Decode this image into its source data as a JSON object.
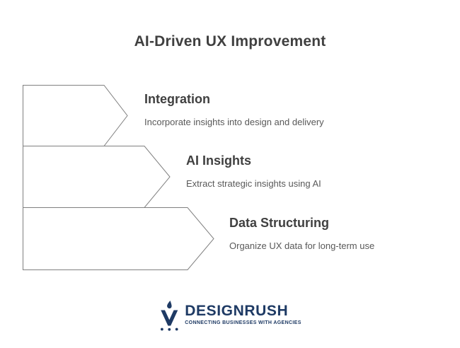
{
  "slide": {
    "title": "AI-Driven UX Improvement"
  },
  "steps": [
    {
      "heading": "Integration",
      "description": "Incorporate insights into design and delivery"
    },
    {
      "heading": "AI Insights",
      "description": "Extract strategic insights using AI"
    },
    {
      "heading": "Data Structuring",
      "description": "Organize UX data for long-term use"
    }
  ],
  "logo": {
    "brand": "DESIGNRUSH",
    "tagline": "CONNECTING BUSINESSES WITH AGENCIES",
    "icon": "torch-flame-v-icon"
  },
  "colors": {
    "background": "#ffffff",
    "title_text": "#404040",
    "heading_text": "#404040",
    "description_text": "#595959",
    "arrow_outline": "#808080",
    "arrow_fill": "#ffffff",
    "brand_navy": "#1e3a64"
  }
}
